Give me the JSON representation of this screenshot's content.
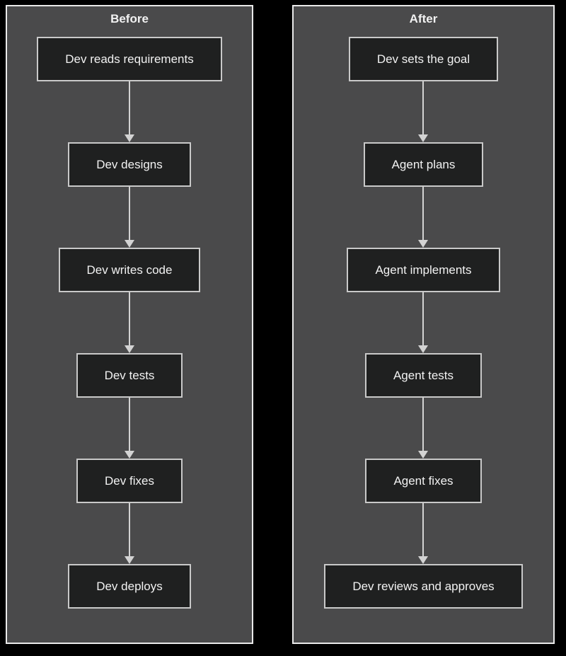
{
  "colors": {
    "page_bg": "#000000",
    "panel_bg": "#4a4a4b",
    "panel_border": "#eaeaea",
    "node_bg": "#1f2020",
    "node_border": "#c9c9c9",
    "arrow": "#d3d3d3",
    "text": "#f2f2f2"
  },
  "panels": [
    {
      "title": "Before",
      "steps": [
        "Dev reads requirements",
        "Dev designs",
        "Dev writes code",
        "Dev tests",
        "Dev fixes",
        "Dev deploys"
      ]
    },
    {
      "title": "After",
      "steps": [
        "Dev sets the goal",
        "Agent plans",
        "Agent implements",
        "Agent tests",
        "Agent fixes",
        "Dev reviews and approves"
      ]
    }
  ]
}
